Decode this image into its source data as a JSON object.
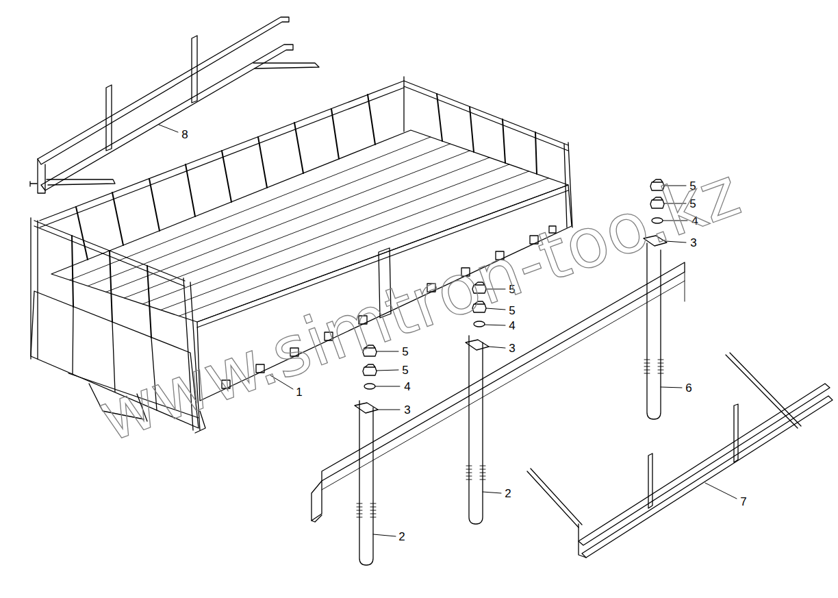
{
  "diagram": {
    "labels": [
      "8",
      "5",
      "5",
      "4",
      "3",
      "5",
      "5",
      "4",
      "3",
      "5",
      "5",
      "4",
      "1",
      "3",
      "6",
      "2",
      "2",
      "7",
      "www.simtron-too.kz"
    ]
  }
}
